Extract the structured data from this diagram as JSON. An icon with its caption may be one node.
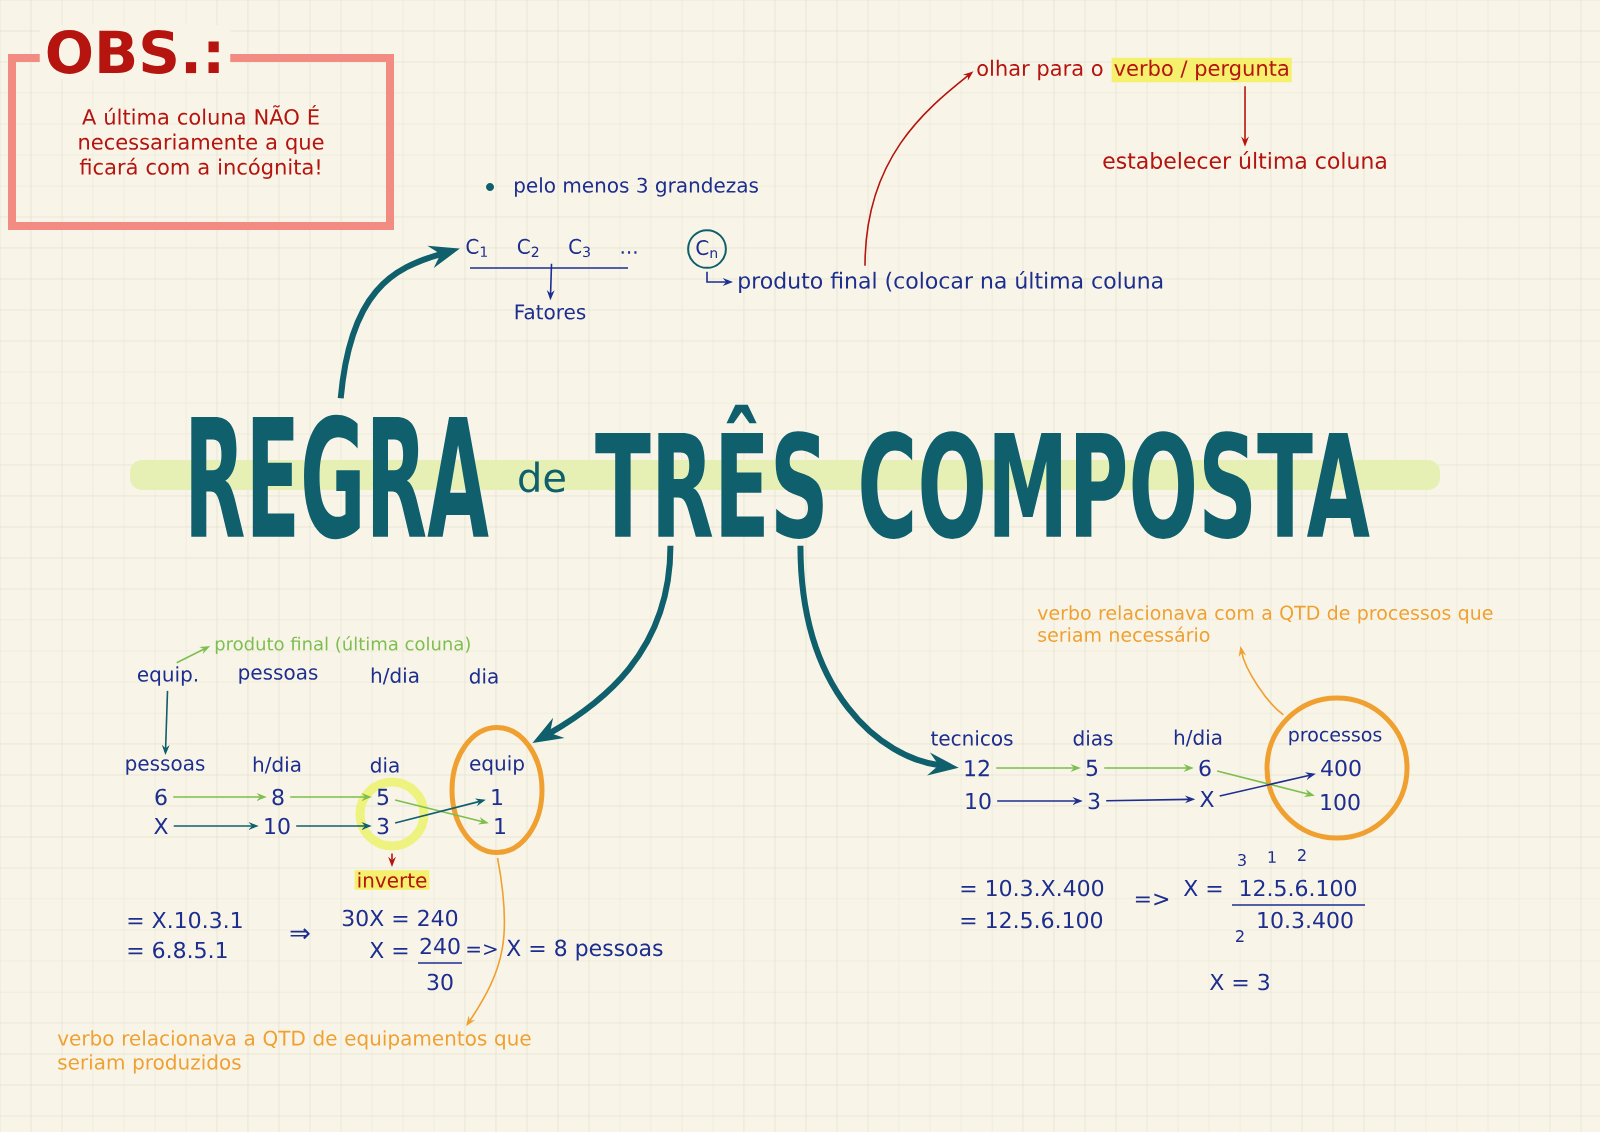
{
  "diagram": {
    "nodes": [
      {
        "text": [
          "OBS.:",
          "A última coluna NÃO É necessariamente a que ficará com a incógnita!"
        ]
      },
      {
        "text": [
          "REGRA",
          "de",
          "TRÊS COMPOSTA"
        ]
      },
      {
        "text": [
          "C$_{1}$",
          "C$_{2}$",
          "C$_{3}$",
          "..."
        ]
      },
      {
        "text": [
          "Fatores"
        ]
      },
      {
        "text": [
          "C$_{n}$"
        ]
      },
      {
        "text": [
          "produto final (colocar na última coluna"
        ]
      },
      {
        "text": [
          "olhar para o",
          "verbo / pergunta"
        ]
      },
      {
        "text": [
          "estabelecer última coluna"
        ]
      },
      {
        "text": [
          "produto final (última coluna)"
        ]
      },
      {
        "text": [
          "equip."
        ]
      },
      {
        "text": [
          "pessoas"
        ]
      },
      {
        "text": [],
        "shape": "circle"
      },
      {
        "text": [
          "equip"
        ],
        "in": 11
      },
      {
        "text": [
          "6"
        ]
      },
      {
        "text": [
          "8"
        ]
      },
      {
        "text": [],
        "shape": "circle"
      },
      {
        "text": [
          "5"
        ],
        "in": 15
      },
      {
        "text": [
          "1"
        ],
        "in": 11
      },
      {
        "text": [
          "X"
        ]
      },
      {
        "text": [
          "10"
        ]
      },
      {
        "text": [
          "3"
        ],
        "in": 15
      },
      {
        "text": [
          "1"
        ],
        "in": 11
      },
      {
        "text": [
          "inverte"
        ]
      },
      {
        "text": [
          "verbo relacionava a QTD de equipamentos que seriam produzidos"
        ]
      },
      {
        "text": [],
        "shape": "circle"
      },
      {
        "text": [
          "processos"
        ],
        "in": 24
      },
      {
        "text": [
          "12"
        ]
      },
      {
        "text": [
          "5"
        ]
      },
      {
        "text": [
          "6"
        ]
      },
      {
        "text": [
          "400"
        ],
        "in": 24
      },
      {
        "text": [
          "10"
        ]
      },
      {
        "text": [
          "3"
        ]
      },
      {
        "text": [
          "X"
        ]
      },
      {
        "text": [
          "100"
        ],
        "in": 24
      },
      {
        "text": [
          "verbo relacionava com a QTD de processos que seriam necessário"
        ]
      }
    ],
    "edges": [
      {
        "from": 1,
        "to": 2,
        "arrow": "to",
        "style": "thick",
        "color": "#0f5f6d"
      },
      {
        "from": 2,
        "to": 3,
        "arrow": "to"
      },
      {
        "from": 4,
        "to": 5,
        "arrow": "to"
      },
      {
        "from": 5,
        "to": 6,
        "arrow": "to",
        "color": "#b5140f"
      },
      {
        "from": 6,
        "to": 7,
        "arrow": "to",
        "color": "#b5140f"
      },
      {
        "from": 9,
        "to": 8,
        "arrow": "to",
        "color": "#7dbe4e"
      },
      {
        "from": 9,
        "to": 10,
        "arrow": "to",
        "color": "#0f5f6d"
      },
      {
        "from": 13,
        "to": 14,
        "arrow": "to",
        "color": "#7dbe4e"
      },
      {
        "from": 14,
        "to": 16,
        "arrow": "to",
        "color": "#7dbe4e"
      },
      {
        "from": 18,
        "to": 19,
        "arrow": "to",
        "color": "#0f5f6d"
      },
      {
        "from": 19,
        "to": 20,
        "arrow": "to",
        "color": "#0f5f6d"
      },
      {
        "from": 16,
        "to": 21,
        "arrow": "to",
        "color": "#7dbe4e"
      },
      {
        "from": 20,
        "to": 17,
        "arrow": "to",
        "color": "#0f5f6d"
      },
      {
        "from": 15,
        "to": 22,
        "arrow": "to",
        "color": "#b5140f"
      },
      {
        "from": 11,
        "to": 23,
        "arrow": "to",
        "color": "#f0a030"
      },
      {
        "from": 1,
        "to": 11,
        "arrow": "to",
        "style": "thick",
        "color": "#0f5f6d"
      },
      {
        "from": 1,
        "to": 26,
        "arrow": "to",
        "style": "thick",
        "color": "#0f5f6d"
      },
      {
        "from": 26,
        "to": 27,
        "arrow": "to",
        "color": "#7dbe4e"
      },
      {
        "from": 27,
        "to": 28,
        "arrow": "to",
        "color": "#7dbe4e"
      },
      {
        "from": 28,
        "to": 33,
        "arrow": "to",
        "color": "#7dbe4e"
      },
      {
        "from": 30,
        "to": 31,
        "arrow": "to"
      },
      {
        "from": 31,
        "to": 32,
        "arrow": "to"
      },
      {
        "from": 32,
        "to": 29,
        "arrow": "to"
      },
      {
        "from": 24,
        "to": 34,
        "arrow": "to",
        "color": "#f0a030"
      }
    ],
    "labels": [
      "pelo menos 3 grandezas",
      "pessoas",
      "h/dia",
      "dia",
      "h/dia",
      "dia",
      "tecnicos",
      "dias",
      "h/dia",
      "= X.10.3.1",
      "= 6.8.5.1",
      "⇒",
      "30X = 240",
      "X =",
      "240",
      "30",
      "=>",
      "X = 8 pessoas",
      "= 10.3.X.400",
      "= 12.5.6.100",
      "=>",
      "3",
      "1",
      "2",
      "X =",
      "12.5.6.100",
      "2",
      "10.3.400",
      "X = 3"
    ]
  }
}
